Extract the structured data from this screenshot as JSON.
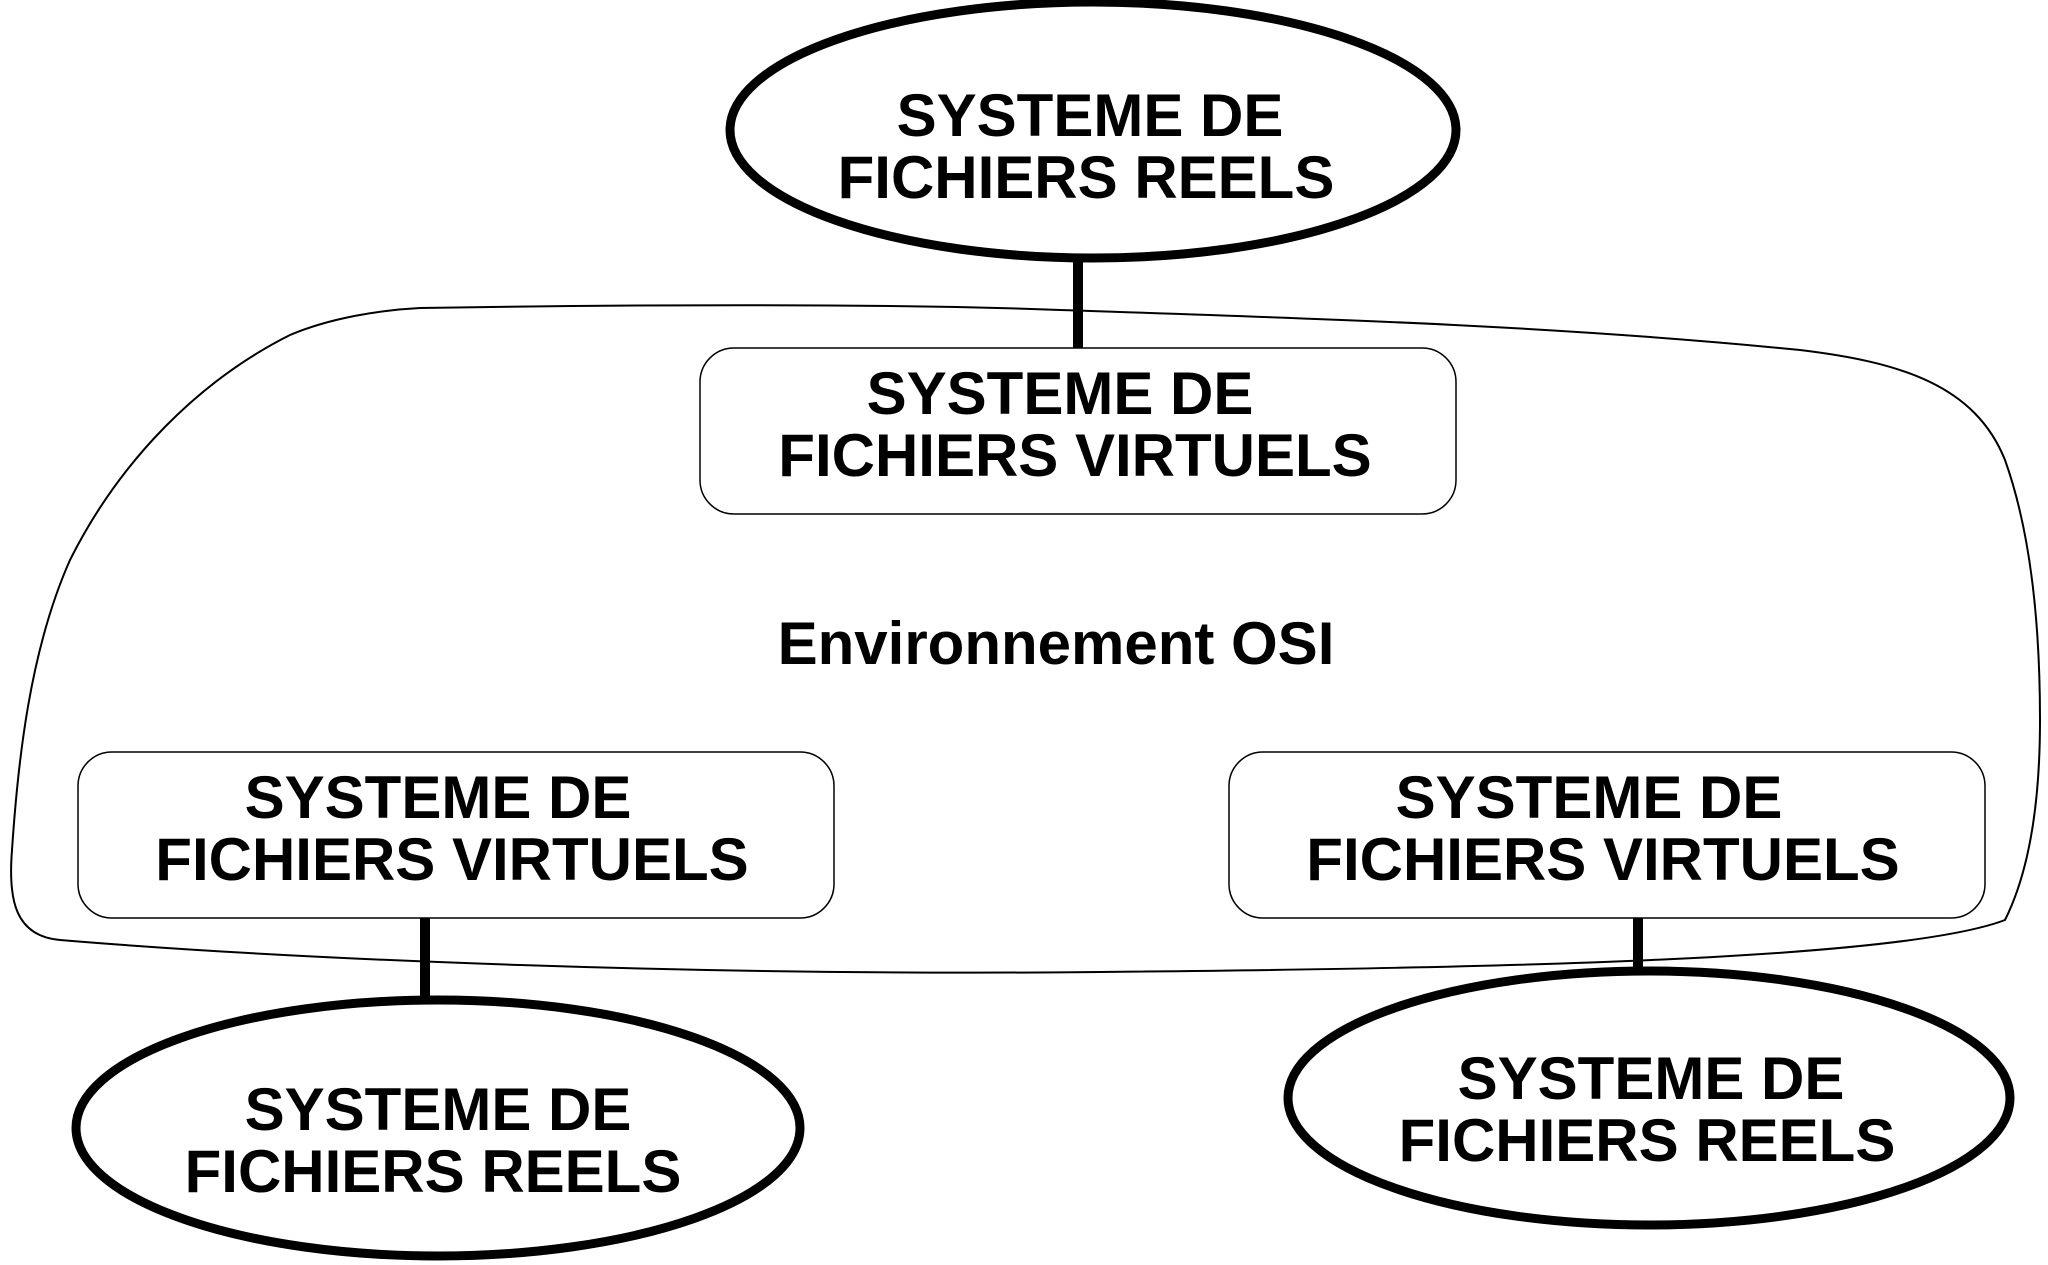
{
  "environment": {
    "label": "Environnement OSI"
  },
  "real_systems": {
    "top": {
      "line1": "SYSTEME DE",
      "line2": "FICHIERS REELS"
    },
    "bottom_left": {
      "line1": "SYSTEME DE",
      "line2": "FICHIERS REELS"
    },
    "bottom_right": {
      "line1": "SYSTEME DE",
      "line2": "FICHIERS REELS"
    }
  },
  "virtual_systems": {
    "top": {
      "line1": "SYSTEME DE",
      "line2": "FICHIERS VIRTUELS"
    },
    "left": {
      "line1": "SYSTEME DE",
      "line2": "FICHIERS VIRTUELS"
    },
    "right": {
      "line1": "SYSTEME DE",
      "line2": "FICHIERS VIRTUELS"
    }
  },
  "colors": {
    "stroke": "#000000",
    "background": "#ffffff"
  }
}
